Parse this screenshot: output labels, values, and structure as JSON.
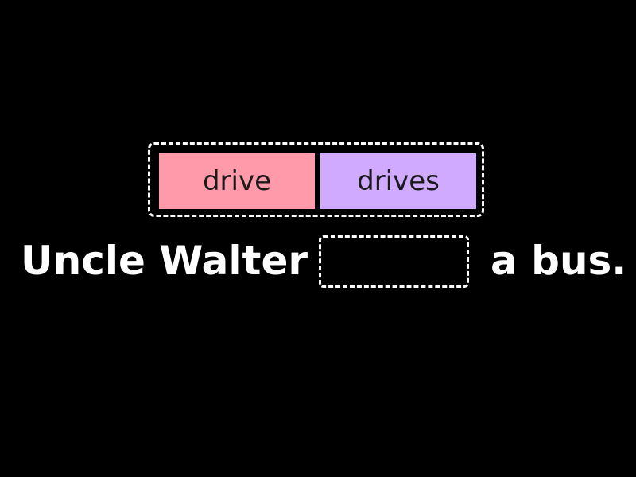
{
  "choices": [
    {
      "label": "drive",
      "color": "#ff9aaa"
    },
    {
      "label": "drives",
      "color": "#cfaaff"
    }
  ],
  "sentence": {
    "before_blank": "Uncle Walter",
    "after_blank": "a bus."
  },
  "colors": {
    "background": "#000000",
    "text": "#ffffff",
    "dashed_border": "#ffffff"
  }
}
